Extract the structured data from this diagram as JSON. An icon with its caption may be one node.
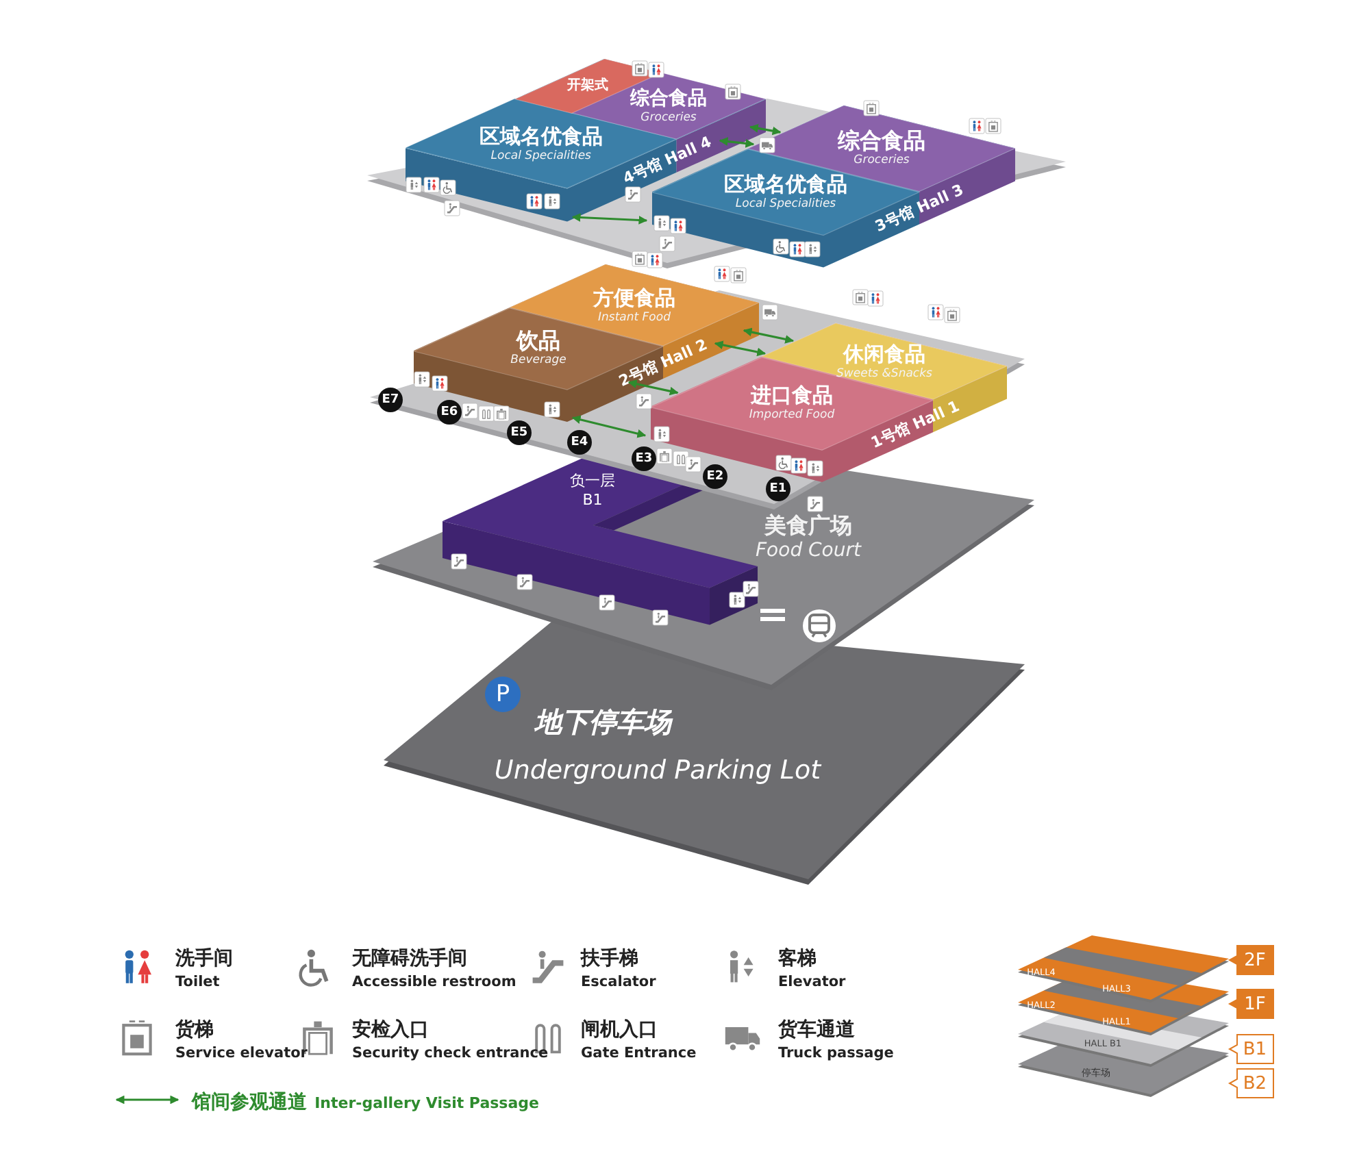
{
  "diagram": {
    "nodes": [
      {
        "text": [
          "4号馆 Hall 4"
        ]
      },
      {
        "text": [
          "开架式"
        ],
        "in": 0
      },
      {
        "text": [
          "综合食品",
          "Groceries"
        ],
        "in": 0
      },
      {
        "text": [
          "区域名优食品",
          "Local Specialities"
        ],
        "in": 0
      },
      {
        "text": [
          "3号馆 Hall 3"
        ]
      },
      {
        "text": [
          "综合食品",
          "Groceries"
        ],
        "in": 4
      },
      {
        "text": [
          "区域名优食品",
          "Local Specialities"
        ],
        "in": 4
      },
      {
        "text": [
          "2号馆 Hall 2"
        ]
      },
      {
        "text": [
          "方便食品",
          "Instant Food"
        ],
        "in": 7
      },
      {
        "text": [
          "饮品",
          "Beverage"
        ],
        "in": 7
      },
      {
        "text": [
          "1号馆 Hall 1"
        ]
      },
      {
        "text": [
          "休闲食品",
          "Sweets &Snacks"
        ],
        "in": 10
      },
      {
        "text": [
          "进口食品",
          "Imported Food"
        ],
        "in": 10
      },
      {
        "text": [
          "负一层",
          "B1"
        ]
      },
      {
        "text": [
          "E7"
        ]
      },
      {
        "text": [
          "E6"
        ]
      },
      {
        "text": [
          "E5"
        ]
      },
      {
        "text": [
          "E4"
        ]
      },
      {
        "text": [
          "E3"
        ]
      },
      {
        "text": [
          "E2"
        ]
      },
      {
        "text": [
          "E1"
        ]
      },
      {
        "text": [
          "2F"
        ]
      },
      {
        "text": [
          "1F"
        ]
      },
      {
        "text": [
          "B1"
        ]
      },
      {
        "text": [
          "B2"
        ]
      }
    ],
    "edges": [
      {
        "from": 3,
        "to": 6,
        "arrow": "both"
      },
      {
        "from": 2,
        "to": 5,
        "arrow": "both"
      },
      {
        "from": 2,
        "to": 5,
        "arrow": "both"
      },
      {
        "from": 9,
        "to": 12,
        "arrow": "both"
      },
      {
        "from": 8,
        "to": 11,
        "arrow": "both"
      },
      {
        "from": 8,
        "to": 11,
        "arrow": "both"
      },
      {
        "from": 9,
        "to": 12,
        "arrow": "both"
      }
    ],
    "labels": [
      "美食广场",
      "Food Court",
      "P",
      "地下停车场",
      "Underground Parking Lot",
      "HALL4",
      "HALL3",
      "HALL2",
      "HALL1",
      "HALL B1",
      "停车场"
    ],
    "legend": [
      {
        "text": "洗手间 Toilet"
      },
      {
        "text": "无障碍洗手间 Accessible restroom"
      },
      {
        "text": "扶手梯 Escalator"
      },
      {
        "text": "客梯 Elevator"
      },
      {
        "text": "货梯 Service elevator"
      },
      {
        "text": "安检入口 Security check entrance"
      },
      {
        "text": "闸机入口 Gate Entrance"
      },
      {
        "text": "货车通道 Truck passage"
      },
      {
        "text": "馆间参观通道 Inter-gallery Visit Passage"
      }
    ]
  }
}
